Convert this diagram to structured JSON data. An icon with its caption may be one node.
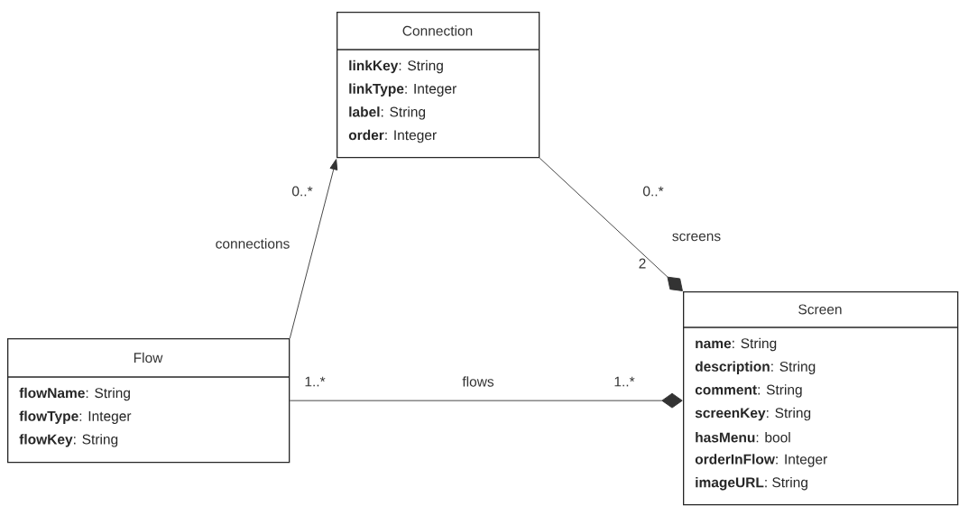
{
  "diagram": {
    "nodes": [
      {
        "text": [
          "Connection",
          "**linkKey**: String",
          "**linkType**: Integer",
          "**label**: String",
          "**order**: Integer"
        ]
      },
      {
        "text": [
          "Flow",
          "**flowName**: String",
          "**flowType**:  Integer",
          "**flowKey**: String"
        ]
      },
      {
        "text": [
          "Screen",
          "**name**: String",
          "**description**: String",
          "**comment**: String",
          "**screenKey**: String",
          "**hasMenu**: bool",
          "**orderInFlow**: Integer",
          "**imageURL**: String"
        ]
      }
    ],
    "edges": [
      {
        "from": 1,
        "to": 0,
        "arrow": "to",
        "label": "connections"
      },
      {
        "from": 0,
        "to": 2,
        "arrow": "other",
        "label": "screens"
      },
      {
        "from": 1,
        "to": 2,
        "arrow": "other",
        "label": "flows"
      }
    ],
    "labels": [
      "0..*",
      "0..*",
      "2",
      "1..*",
      "1..*"
    ]
  }
}
